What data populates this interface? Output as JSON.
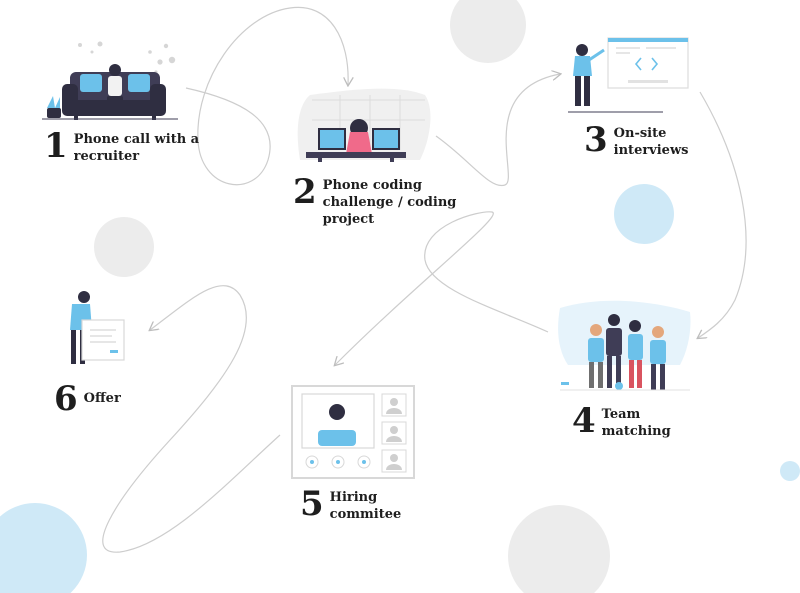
{
  "steps": [
    {
      "number": "1",
      "label": "Phone call with a\nrecruiter"
    },
    {
      "number": "2",
      "label": "Phone coding\nchallenge / coding\nproject"
    },
    {
      "number": "3",
      "label": "On-site\ninterviews"
    },
    {
      "number": "4",
      "label": "Team\nmatching"
    },
    {
      "number": "5",
      "label": "Hiring\ncommitee"
    },
    {
      "number": "6",
      "label": "Offer"
    }
  ],
  "colors": {
    "accent": "#6cc1ea",
    "accent_light": "#cfe9f7",
    "dark": "#2f2e41",
    "gray_circle": "#ececec",
    "path": "#c8c8c8",
    "text": "#1e1e1e"
  },
  "illustrations": [
    "person-on-sofa-illustration",
    "coding-desk-illustration",
    "presenter-screen-illustration",
    "team-group-illustration",
    "video-call-illustration",
    "offer-document-illustration"
  ]
}
